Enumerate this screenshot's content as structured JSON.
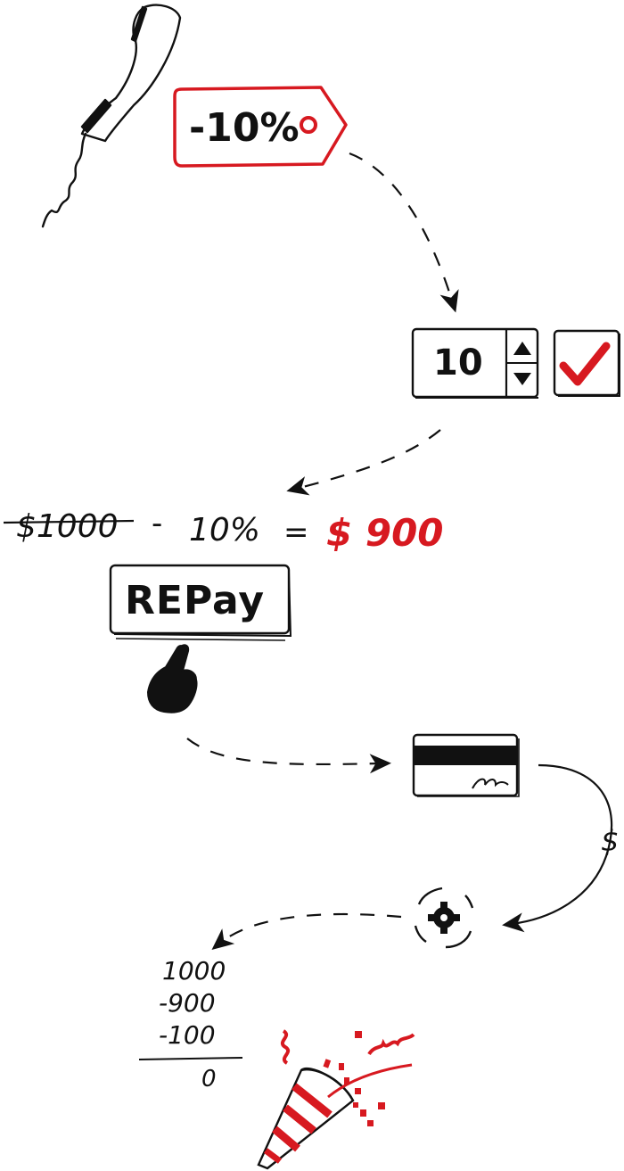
{
  "discount_tag": {
    "label": "-10%",
    "color": "#d71920"
  },
  "quantity_stepper": {
    "value": "10"
  },
  "confirm_checkbox": {
    "checked": true,
    "color": "#d71920"
  },
  "formula": {
    "original_price": "$1000",
    "minus": "-",
    "percent": "10%",
    "equals": "=",
    "result": "$ 900"
  },
  "repay_button": {
    "label": "REPay"
  },
  "payment": {
    "currency_symbol": "$"
  },
  "calculation": {
    "lines": [
      "1000",
      "-900",
      "-100"
    ],
    "total": "0"
  },
  "colors": {
    "ink": "#111111",
    "accent": "#d71920"
  },
  "icons": [
    "phone-handset-icon",
    "price-tag-icon",
    "pointing-hand-icon",
    "credit-card-icon",
    "processing-gear-icon",
    "party-popper-icon"
  ]
}
